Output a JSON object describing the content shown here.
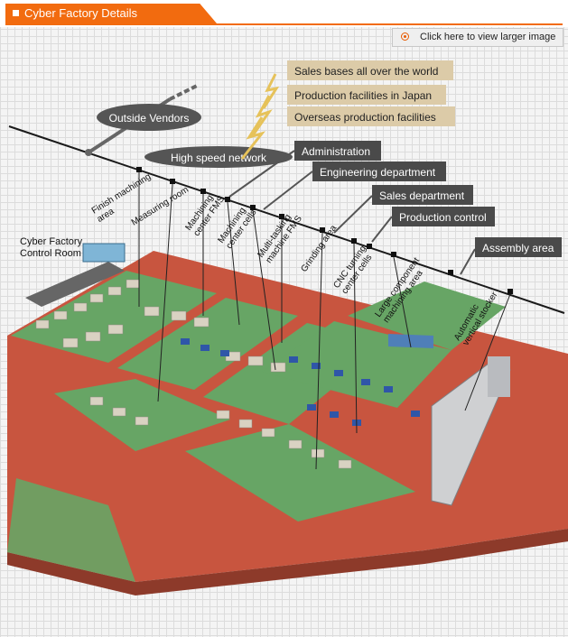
{
  "header": {
    "title": "Cyber Factory Details"
  },
  "larger_image_link": {
    "label": "Click here to view larger image"
  },
  "network": {
    "outside_vendors": "Outside Vendors",
    "high_speed_network": "High speed network"
  },
  "global_bases": [
    "Sales bases all over the world",
    "Production facilities in Japan",
    "Overseas production facilities"
  ],
  "departments": {
    "administration": "Administration",
    "engineering": "Engineering department",
    "sales": "Sales department",
    "production_control": "Production control",
    "assembly_area": "Assembly area"
  },
  "control_room": {
    "line1": "Cyber Factory",
    "line2": "Control Room"
  },
  "areas": {
    "finish_machining": [
      "Finish machining",
      "area"
    ],
    "measuring_room": [
      "Measuring room"
    ],
    "machining_center_fms": [
      "Machining",
      "center FMS"
    ],
    "machining_center_cells": [
      "Machining",
      "center cells"
    ],
    "multi_tasking_fms": [
      "Multi-tasking",
      "machine FMS"
    ],
    "grinding_area": [
      "Grinding area"
    ],
    "cnc_turning_cells": [
      "CNC turning",
      "center cells"
    ],
    "large_component": [
      "Large component",
      "machining area"
    ],
    "vertical_stocker": [
      "Automatic",
      "vertical stocker"
    ]
  },
  "colors": {
    "accent": "#f26b0f",
    "floor_green": "#67a565",
    "aisle_red": "#c8553f",
    "label_tan": "#dccba8",
    "label_dark": "#4a4a4a"
  }
}
